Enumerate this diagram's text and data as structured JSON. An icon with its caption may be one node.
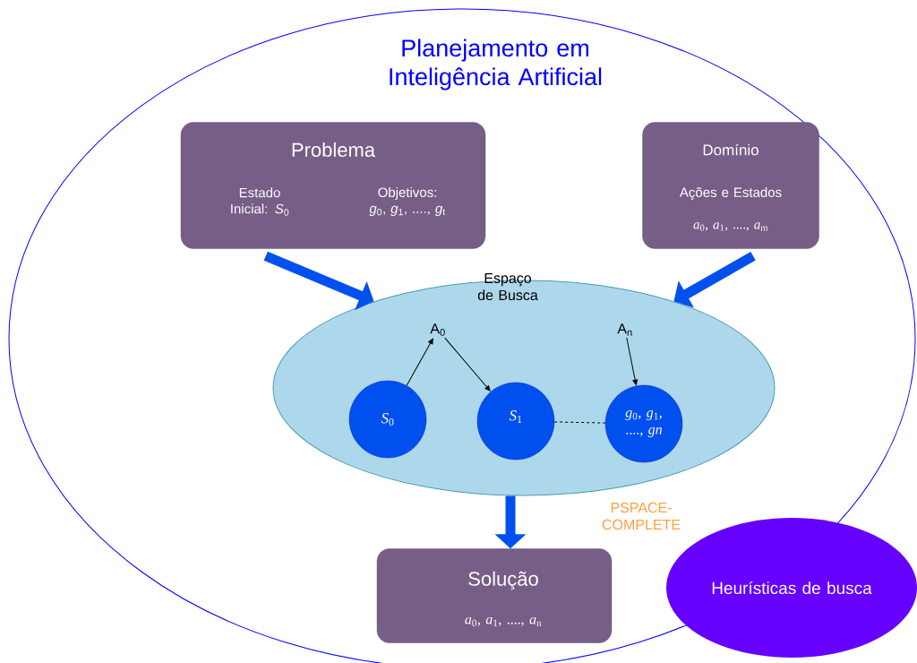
{
  "diagram": {
    "nodes": [
      {
        "text": [
          "Planejamento em Inteligência Artificial"
        ]
      },
      {
        "text": [
          "Problema",
          "Estado Inicial: *S*$_{0}$",
          "Objetivos: *g*$_{0}$, *g*$_{1}$, ...., *g*$_{t}$"
        ],
        "in": 0
      },
      {
        "text": [
          "Domínio",
          "Ações e Estados",
          "*a*$_{0}$, *a*$_{1}$, ...., *a*$_{m}$"
        ],
        "in": 0
      },
      {
        "text": [
          "Espaço de Busca"
        ],
        "in": 0
      },
      {
        "text": [
          "A$_{0}$"
        ],
        "in": 3
      },
      {
        "text": [
          "A$_{n}$"
        ],
        "in": 3
      },
      {
        "text": [
          "*S*$_{0}$"
        ],
        "in": 3
      },
      {
        "text": [
          "*S*$_{1}$"
        ],
        "in": 3
      },
      {
        "text": [
          "*g*$_{0}$, *g*$_{1}$, ...., *gn*"
        ],
        "in": 3
      },
      {
        "text": [
          "Solução",
          "*a*$_{0}$, *a*$_{1}$, ...., *a*$_{n}$"
        ],
        "in": 0
      },
      {
        "text": [
          "Heurísticas de busca"
        ]
      }
    ],
    "edges": [
      {
        "from": 1,
        "to": 3,
        "arrow": "to",
        "style": "thick",
        "color": "#0050ef"
      },
      {
        "from": 2,
        "to": 3,
        "arrow": "to",
        "style": "thick",
        "color": "#0050ef"
      },
      {
        "from": 3,
        "to": 9,
        "arrow": "to",
        "style": "thick",
        "color": "#0050ef"
      },
      {
        "from": 6,
        "to": 4,
        "arrow": "to"
      },
      {
        "from": 4,
        "to": 7,
        "arrow": "to"
      },
      {
        "from": 5,
        "to": 8,
        "arrow": "to"
      },
      {
        "from": 7,
        "to": 8,
        "arrow": "none",
        "style": "dashed"
      }
    ],
    "labels": [
      "PSPACE-COMPLETE"
    ]
  }
}
